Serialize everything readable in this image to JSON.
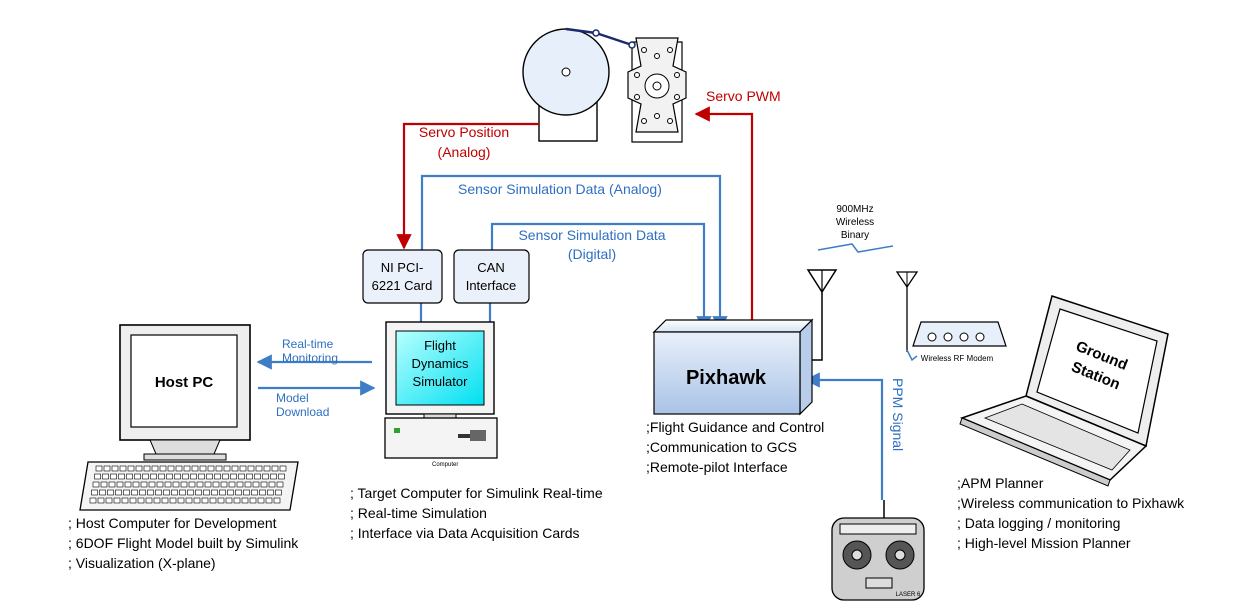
{
  "colors": {
    "servo": "#c00000",
    "signal": "#3f7ec6",
    "screen": "#00f0f0",
    "black": "#000000"
  },
  "labels": {
    "servo_position": [
      "Servo Position",
      "(Analog)"
    ],
    "servo_pwm": "Servo PWM",
    "sensor_analog": "Sensor Simulation Data (Analog)",
    "sensor_digital": [
      "Sensor Simulation Data",
      "(Digital)"
    ],
    "wireless": [
      "900MHz",
      "Wireless",
      "Binary"
    ],
    "ni_card": [
      "NI PCI-",
      "6221 Card"
    ],
    "can": [
      "CAN",
      "Interface"
    ],
    "simulator_screen": [
      "Flight",
      "Dynamics",
      "Simulator"
    ],
    "computer_caption": "Computer",
    "realtime": [
      "Real-time",
      "Monitoring"
    ],
    "model": [
      "Model",
      "Download"
    ],
    "host_pc": "Host PC",
    "pixhawk": "Pixhawk",
    "ppm": "PPM Signal",
    "modem": "Wireless RF Modem",
    "ground_station": [
      "Ground",
      "Station"
    ],
    "transmitter_brand": "LASER 6"
  },
  "notes": {
    "pixhawk": [
      ";Flight Guidance and Control",
      ";Communication to GCS",
      ";Remote-pilot Interface"
    ],
    "target": [
      "; Target Computer for Simulink Real-time",
      "; Real-time Simulation",
      "; Interface via Data Acquisition Cards"
    ],
    "host": [
      "; Host Computer for Development",
      "; 6DOF Flight Model built by Simulink",
      "; Visualization (X-plane)"
    ],
    "ground": [
      ";APM Planner",
      ";Wireless communication to Pixhawk",
      "; Data logging / monitoring",
      "; High-level Mission Planner"
    ]
  }
}
